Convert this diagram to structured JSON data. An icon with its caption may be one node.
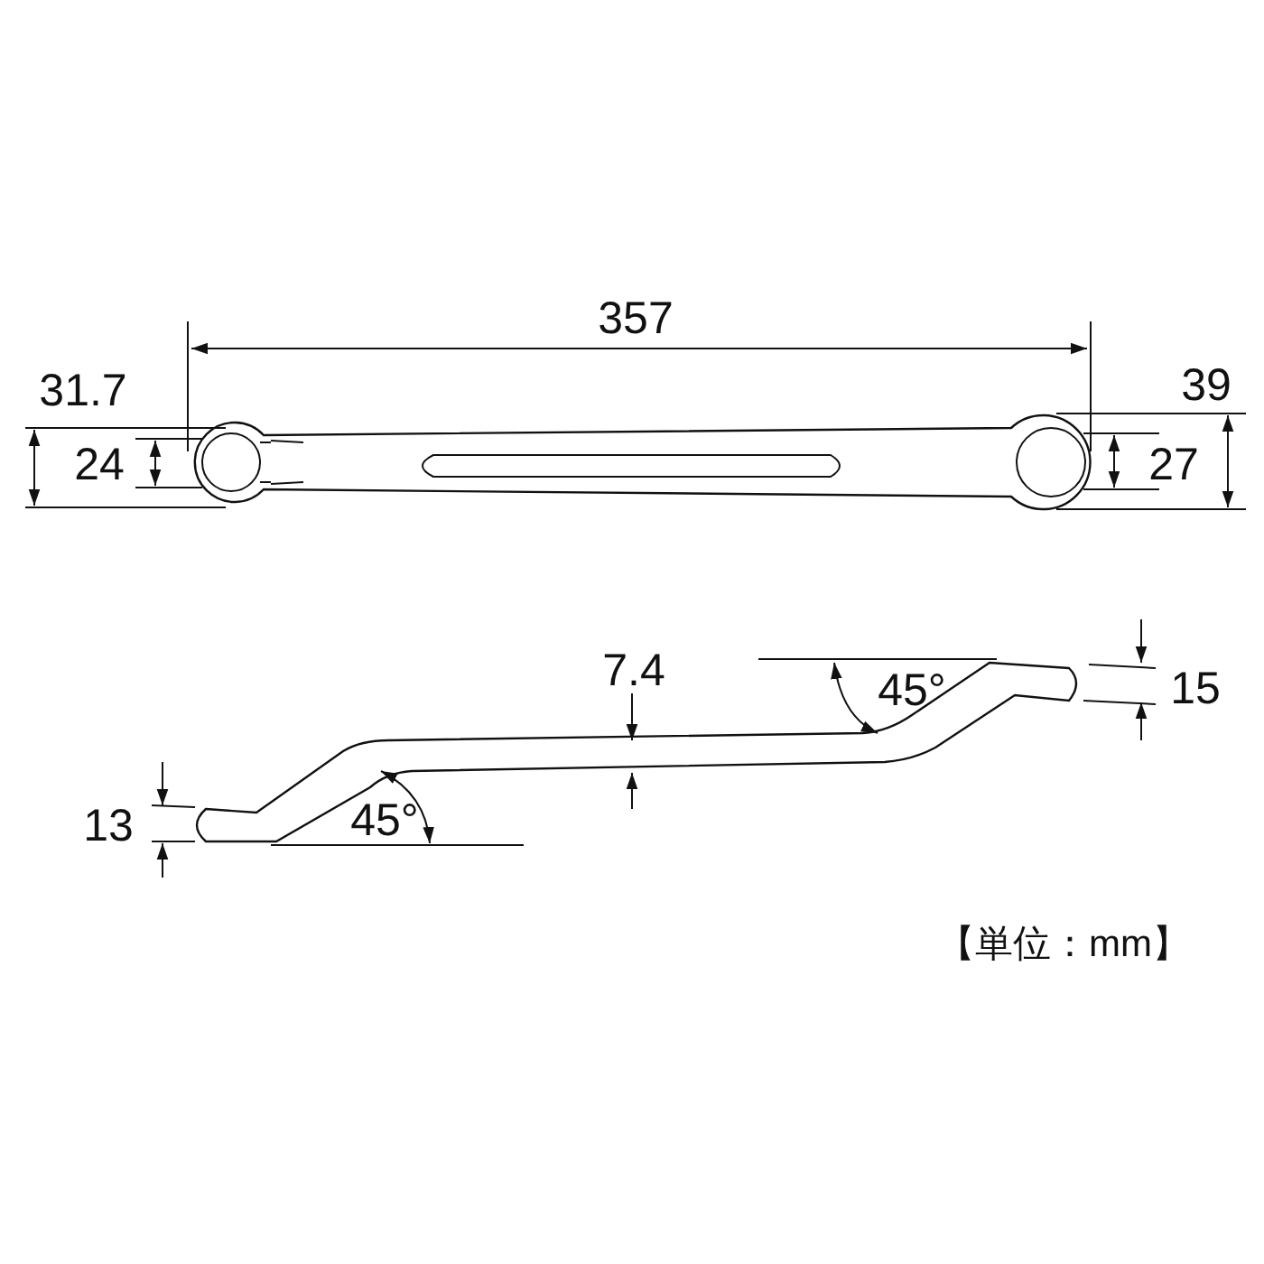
{
  "diagram": {
    "labels": [
      "357",
      "31.7",
      "39",
      "24",
      "27",
      "7.4",
      "45°",
      "15",
      "13",
      "45°",
      "【単位：mm】"
    ]
  }
}
